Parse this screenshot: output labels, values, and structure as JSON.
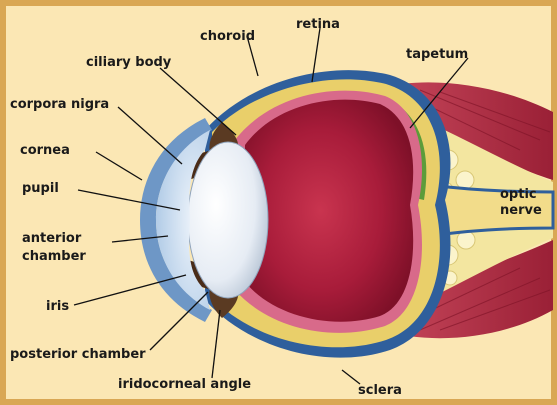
{
  "labels": {
    "choroid": "choroid",
    "retina": "retina",
    "ciliary_body": "ciliary body",
    "tapetum": "tapetum",
    "corpora_nigra": "corpora nigra",
    "cornea": "cornea",
    "pupil": "pupil",
    "anterior_chamber_1": "anterior",
    "anterior_chamber_2": "chamber",
    "optic_nerve_1": "optic",
    "optic_nerve_2": "nerve",
    "iris": "iris",
    "posterior_chamber": "posterior chamber",
    "iridocorneal_angle": "iridocorneal angle",
    "sclera": "sclera"
  },
  "colors": {
    "background": "#fbe7b4",
    "border": "#d9a754",
    "sclera": "#2f5f9c",
    "tapetum": "#5c9c3a",
    "retina": "#d86a8a",
    "vitreous": "#b0203e",
    "lens": "#e8eef6",
    "cornea": "#c3d9ee",
    "iris": "#5a3a22",
    "muscle": "#b8344a",
    "fat": "#f4e8a6"
  }
}
